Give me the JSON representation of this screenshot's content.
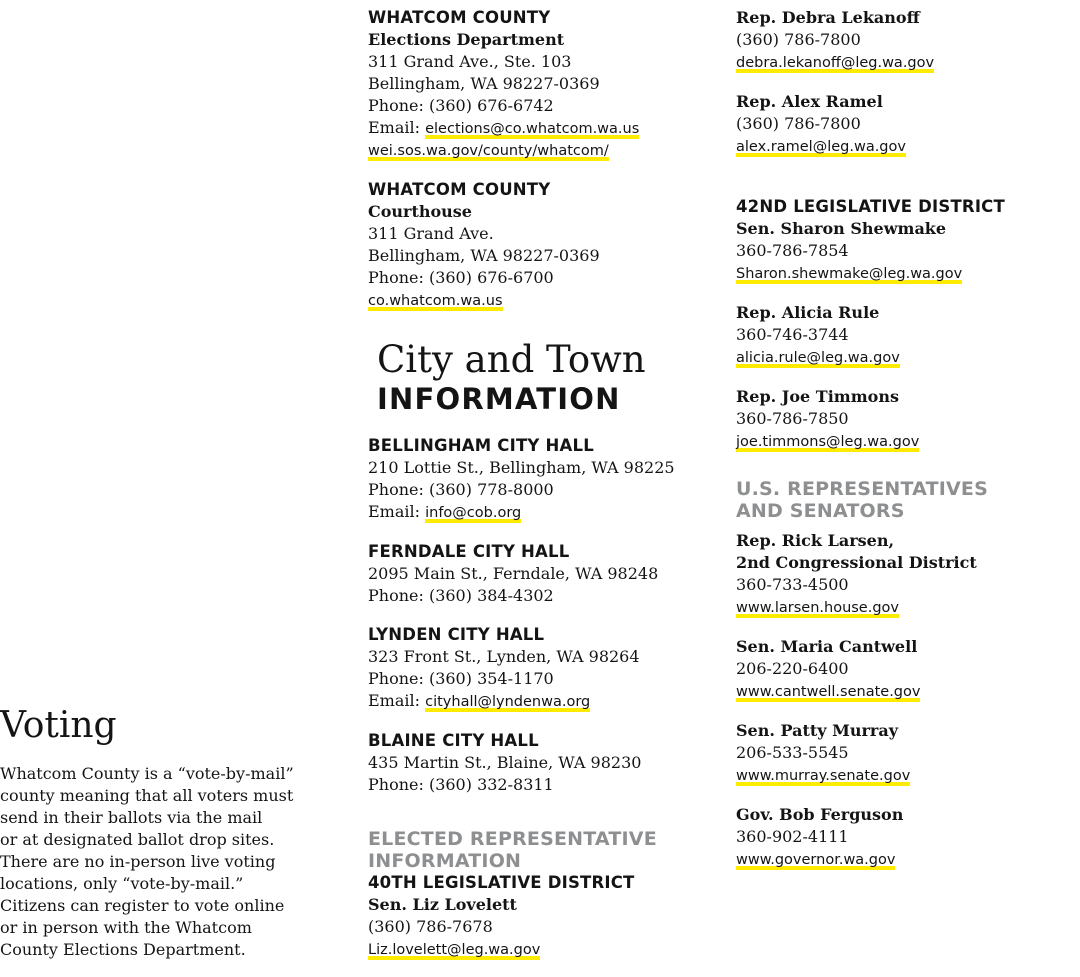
{
  "voting": {
    "title": "Voting",
    "lines": [
      "Whatcom County is a “vote-by-mail”",
      "county meaning that all voters must",
      "send in their ballots via the mail",
      "or at designated ballot drop sites.",
      "There are no in-person live voting",
      "locations, only “vote-by-mail.”",
      "Citizens can register to vote online",
      "or in person with the Whatcom",
      "County Elections Department."
    ]
  },
  "county_elections": {
    "heading": "WHATCOM COUNTY",
    "subheading": "Elections Department",
    "address1": "311 Grand Ave., Ste. 103",
    "address2": "Bellingham, WA 98227-0369",
    "phone": "Phone: (360) 676-6742",
    "email_label": "Email: ",
    "email": "elections@co.whatcom.wa.us",
    "website": "wei.sos.wa.gov/county/whatcom/"
  },
  "county_courthouse": {
    "heading": "WHATCOM COUNTY",
    "subheading": "Courthouse",
    "address1": "311 Grand Ave.",
    "address2": "Bellingham, WA 98227-0369",
    "phone": "Phone: (360) 676-6700",
    "website": "co.whatcom.wa.us"
  },
  "city_info": {
    "heading_serif": "City and Town",
    "heading_sans": "INFORMATION"
  },
  "bellingham": {
    "heading": "BELLINGHAM CITY HALL",
    "address": "210 Lottie St., Bellingham, WA 98225",
    "phone": "Phone: (360) 778-8000",
    "email_label": "Email: ",
    "email": "info@cob.org"
  },
  "ferndale": {
    "heading": "FERNDALE CITY HALL",
    "address": "2095 Main St., Ferndale, WA 98248",
    "phone": "Phone: (360) 384-4302"
  },
  "lynden": {
    "heading": "LYNDEN CITY HALL",
    "address": "323 Front St., Lynden, WA 98264",
    "phone": "Phone: (360) 354-1170",
    "email_label": "Email: ",
    "email": "cityhall@lyndenwa.org"
  },
  "blaine": {
    "heading": "BLAINE CITY HALL",
    "address": "435 Martin St., Blaine, WA 98230",
    "phone": "Phone: (360) 332-8311"
  },
  "elected": {
    "heading_line1": "ELECTED REPRESENTATIVE",
    "heading_line2": "INFORMATION",
    "district40": "40TH LEGISLATIVE DISTRICT",
    "lovelett_name": "Sen. Liz Lovelett",
    "lovelett_phone": "(360) 786-7678",
    "lovelett_email": "Liz.lovelett@leg.wa.gov"
  },
  "right": {
    "lekanoff_name": "Rep. Debra Lekanoff",
    "lekanoff_phone": "(360) 786-7800",
    "lekanoff_email": "debra.lekanoff@leg.wa.gov",
    "ramel_name": "Rep. Alex Ramel",
    "ramel_phone": "(360) 786-7800",
    "ramel_email": "alex.ramel@leg.wa.gov",
    "district42": "42ND LEGISLATIVE DISTRICT",
    "shewmake_name": "Sen. Sharon Shewmake",
    "shewmake_phone": "360-786-7854",
    "shewmake_email": "Sharon.shewmake@leg.wa.gov",
    "rule_name": "Rep. Alicia Rule",
    "rule_phone": "360-746-3744",
    "rule_email": "alicia.rule@leg.wa.gov",
    "timmons_name": "Rep. Joe Timmons",
    "timmons_phone": "360-786-7850",
    "timmons_email": "joe.timmons@leg.wa.gov",
    "us_heading_line1": "U.S. REPRESENTATIVES",
    "us_heading_line2": "AND SENATORS",
    "larsen_name1": "Rep. Rick Larsen,",
    "larsen_name2": "2nd Congressional District",
    "larsen_phone": "360-733-4500",
    "larsen_web": "www.larsen.house.gov",
    "cantwell_name": "Sen. Maria Cantwell",
    "cantwell_phone": "206-220-6400",
    "cantwell_web": "www.cantwell.senate.gov",
    "murray_name": "Sen. Patty Murray",
    "murray_phone": "206-533-5545",
    "murray_web": "www.murray.senate.gov",
    "ferguson_name": "Gov. Bob Ferguson",
    "ferguson_phone": "360-902-4111",
    "ferguson_web": "www.governor.wa.gov"
  },
  "colors": {
    "highlight": "#ffeb00",
    "gray_heading": "#8e8f91",
    "text": "#141414"
  }
}
